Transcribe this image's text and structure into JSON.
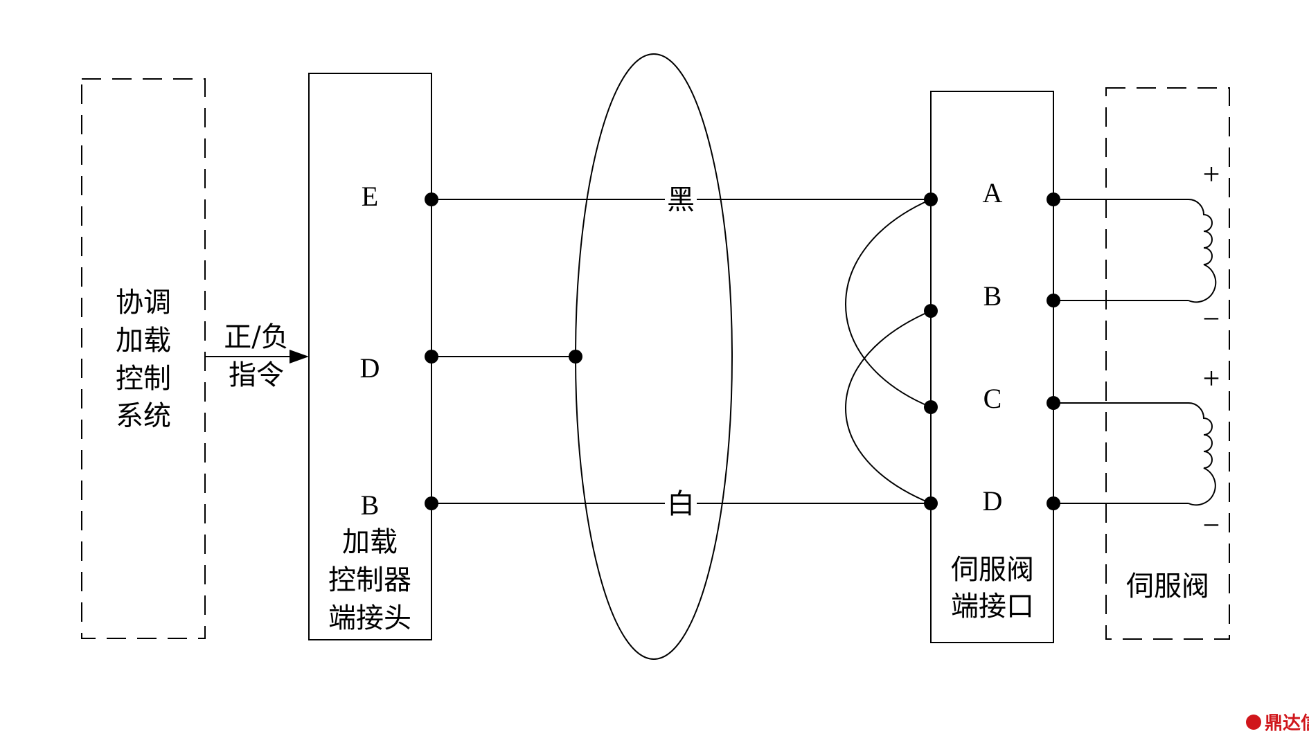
{
  "system": {
    "line1": "协调",
    "line2": "加载",
    "line3": "控制",
    "line4": "系统"
  },
  "command": {
    "line1": "正/负",
    "line2": "指令"
  },
  "load_connector": {
    "pins": [
      "E",
      "D",
      "B"
    ],
    "line1": "加载",
    "line2": "控制器",
    "line3": "端接头"
  },
  "cable": {
    "black_label": "黑",
    "white_label": "白"
  },
  "valve_port": {
    "pins": [
      "A",
      "B",
      "C",
      "D"
    ],
    "line1": "伺服阀",
    "line2": "端接口"
  },
  "servo_valve": {
    "label": "伺服阀",
    "plus": "+",
    "minus": "−"
  },
  "watermark": {
    "text": "鼎达信",
    "color": "#d0161b"
  }
}
